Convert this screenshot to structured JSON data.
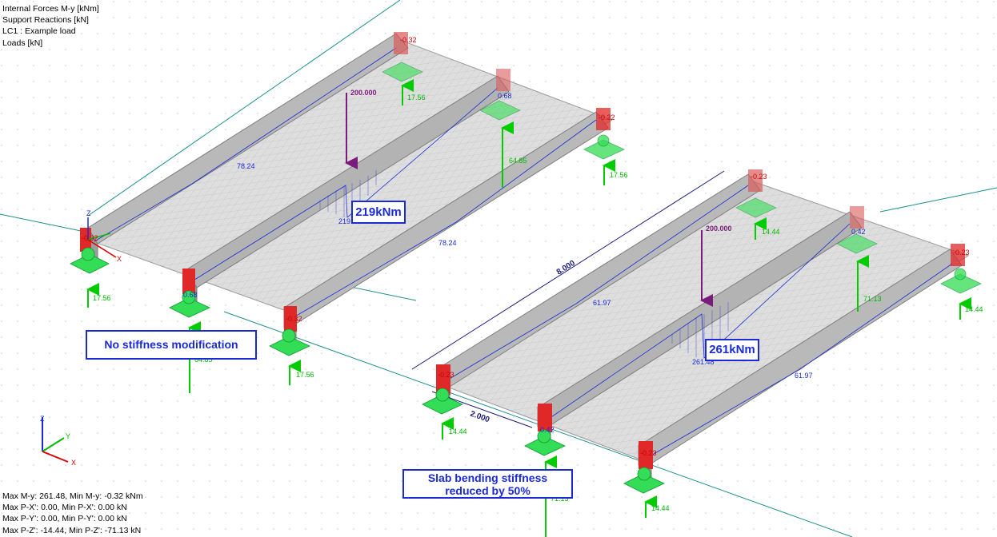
{
  "info": {
    "line1": "Internal Forces M-y [kNm]",
    "line2": "Support Reactions [kN]",
    "line3": "LC1 : Example load",
    "line4": "Loads [kN]"
  },
  "stats": {
    "line1": "Max M-y: 261.48, Min M-y: -0.32 kNm",
    "line2": "Max P-X': 0.00, Min P-X': 0.00 kN",
    "line3": "Max P-Y': 0.00, Min P-Y': 0.00 kN",
    "line4": "Max P-Z': -14.44, Min P-Z': -71.13 kN"
  },
  "callouts": {
    "model1_moment": "219kNm",
    "model2_moment": "261kNm",
    "model1_note": "No stiffness modification",
    "model2_note_line1": "Slab bending stiffness",
    "model2_note_line2": "reduced by 50%"
  },
  "model1": {
    "load": "200.000",
    "midspan_moment": "219.1",
    "edge_moment_a": "78.24",
    "edge_moment_b": "78.24",
    "end_moment_top": "-0.32",
    "end_moment_mid": "0.68",
    "end_moment_right": "-0.32",
    "end_moment_left": "-0.32",
    "front_mid_moment": "0.68",
    "front_right_moment": "-0.32",
    "reaction_back_left": "17.56",
    "reaction_back_mid": "64.85",
    "reaction_back_right": "17.56",
    "reaction_front_left": "17.56",
    "reaction_front_mid": "64.85",
    "reaction_front_right": "17.56"
  },
  "model2": {
    "load": "200.000",
    "midspan_moment": "261.48",
    "edge_moment_a": "61.97",
    "edge_moment_b": "61.97",
    "dim_length": "8.000",
    "dim_spacing": "2.000",
    "end_moment_top": "-0.23",
    "end_moment_mid": "0.42",
    "end_moment_right": "-0.23",
    "front_left_moment": "-0.23",
    "front_mid_moment": "0.42",
    "front_right_moment": "-0.23",
    "reaction_back_left": "14.44",
    "reaction_back_mid": "71.13",
    "reaction_back_right": "14.44",
    "reaction_front_left": "14.44",
    "reaction_front_mid": "71.13",
    "reaction_front_right": "14.44"
  },
  "axes": {
    "z": "Z",
    "y": "Y",
    "x": "X"
  },
  "colors": {
    "moment_line": "#1a2bd6",
    "load_arrow": "#7a1a7a",
    "reaction": "#00cc00",
    "support": "#22dd44",
    "member_end": "#dd2222",
    "grid_line": "#008a8a"
  }
}
